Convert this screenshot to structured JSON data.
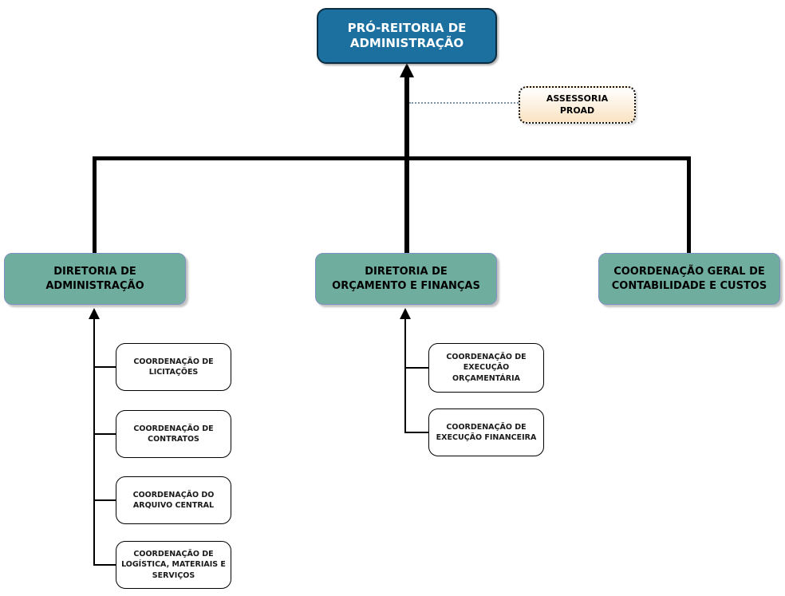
{
  "org_chart": {
    "type": "org-chart",
    "root": {
      "label": "PRÓ-REITORIA DE\nADMINISTRAÇÃO"
    },
    "advisory": {
      "label": "ASSESSORIA\nPROAD",
      "relation": "dotted-advisory-link-to-root-trunk"
    },
    "branches": [
      {
        "label": "DIRETORIA DE\nADMINISTRAÇÃO",
        "children": [
          {
            "label": "COORDENAÇÃO DE\nLICITAÇÕES"
          },
          {
            "label": "COORDENAÇÃO DE\nCONTRATOS"
          },
          {
            "label": "COORDENAÇÃO DO\nARQUIVO CENTRAL"
          },
          {
            "label": "COORDENAÇÃO DE\nLOGÍSTICA, MATERIAIS E\nSERVIÇOS"
          }
        ]
      },
      {
        "label": "DIRETORIA DE\nORÇAMENTO E FINANÇAS",
        "children": [
          {
            "label": "COORDENAÇÃO DE\nEXECUÇÃO\nORÇAMENTÁRIA"
          },
          {
            "label": "COORDENAÇÃO DE\nEXECUÇÃO FINANCEIRA"
          }
        ]
      },
      {
        "label": "COORDENAÇÃO GERAL DE\nCONTABILIDADE E CUSTOS",
        "children": []
      }
    ],
    "colors": {
      "root_fill": "#1C70A0",
      "root_border": "#0B2D42",
      "root_text": "#FFFFFF",
      "branch_fill": "#6FAE9F",
      "branch_border": "#7E91BF",
      "branch_text": "#000000",
      "advisory_fill_top": "#FFFFFF",
      "advisory_fill_bottom": "#FAE3C2",
      "advisory_border": "#111111",
      "child_fill": "#FFFFFF",
      "child_border": "#000000",
      "connector": "#000000",
      "advisory_connector": "#7F93A8"
    }
  }
}
